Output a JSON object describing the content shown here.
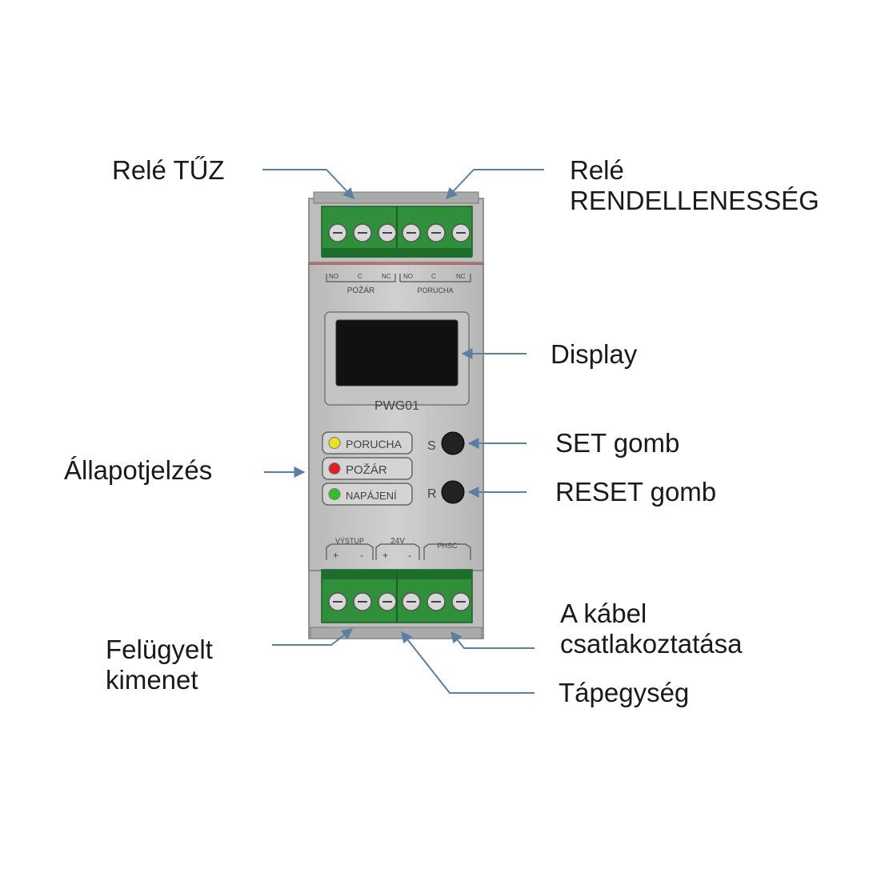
{
  "callouts": {
    "rele_tuz": "Relé TŰZ",
    "rele_rend_1": "Relé",
    "rele_rend_2": "RENDELLENESSÉG",
    "display": "Display",
    "set_gomb": "SET gomb",
    "reset_gomb": "RESET gomb",
    "allapot": "Állapotjelzés",
    "felugyelt_1": "Felügyelt",
    "felugyelt_2": "kimenet",
    "kabel_1": "A kábel",
    "kabel_2": "csatlakoztatása",
    "tapegyseg": "Tápegység"
  },
  "device": {
    "model": "PWG01",
    "top_terminals": {
      "left_group": "POŽÁR",
      "right_group": "PORUCHA",
      "pins": [
        "NO",
        "C",
        "NC"
      ]
    },
    "leds": [
      {
        "label": "PORUCHA",
        "color": "#e8e020"
      },
      {
        "label": "POŽÁR",
        "color": "#e02020"
      },
      {
        "label": "NAPÁJENÍ",
        "color": "#30c030"
      }
    ],
    "buttons": {
      "set": "S",
      "reset": "R"
    },
    "bottom_terminals": {
      "vystup": "VÝSTUP",
      "v24": "24V",
      "phsc": "PHSC",
      "plus": "+",
      "minus": "-"
    }
  },
  "colors": {
    "housing": "#c8c8c8",
    "terminal_green": "#2f8f3a",
    "arrow": "#5b7fa3",
    "screen": "#111111"
  }
}
